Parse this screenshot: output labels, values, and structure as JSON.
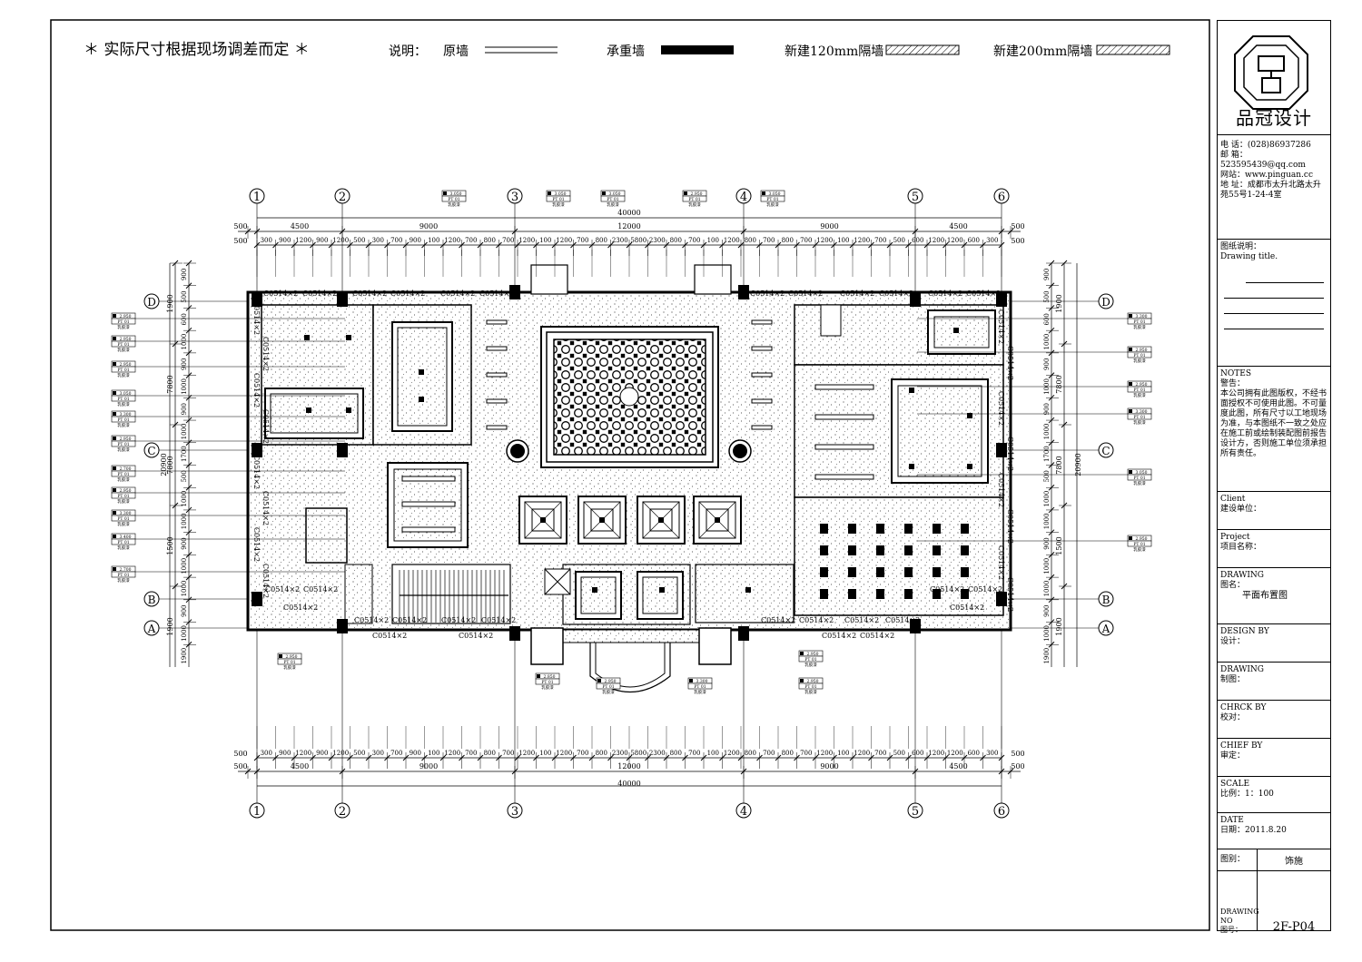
{
  "header": {
    "note": "＊ 实际尺寸根据现场调差而定 ＊",
    "legend_title": "说明：",
    "legend_original_wall": "原墙",
    "legend_bearing_wall": "承重墙",
    "legend_new_120": "新建120mm隔墙",
    "legend_new_200": "新建200mm隔墙"
  },
  "title_block": {
    "company": "品冠设计",
    "phone": "电  话：(028)86937286",
    "email": "邮  箱：523595439@qq.com",
    "web": "网站：www.pinguan.cc",
    "address": "地  址：成都市太升北路太升苑55号1-24-4室",
    "drawing_desc_label": "图纸说明：",
    "drawing_desc_en": "Drawing title.",
    "notes_en": "NOTES",
    "notes_label": "警告：",
    "notes_text": "本公司拥有此图版权，不经书面授权不可使用此图。不可量度此图，所有尺寸以工地现场为准，与本图纸不一致之处应在施工前或绘制装配图前报告设计方，否则施工单位须承担所有责任。",
    "client_en": "Client",
    "client_label": "建设单位：",
    "project_en": "Project",
    "project_label": "项目名称：",
    "drawing_en": "DRAWING",
    "drawing_label": "图名：",
    "drawing_name": "平面布置图",
    "design_en": "DESIGN BY",
    "design_label": "设计：",
    "draw_en": "DRAWING",
    "draw_label": "制图：",
    "check_en": "CHRCK BY",
    "check_label": "校对：",
    "chief_en": "CHIEF BY",
    "chief_label": "审定：",
    "scale_en": "SCALE",
    "scale_label": "比例：1：100",
    "date_en": "DATE",
    "date_label": "日期：2011.8.20",
    "category_label": "图别：",
    "category_value": "饰施",
    "drawing_no_en": "DRAWING NO",
    "drawing_no_label": "图号：",
    "drawing_no_value": "2F-P04"
  },
  "plan": {
    "grid_columns": [
      "1",
      "2",
      "3",
      "4",
      "5",
      "6"
    ],
    "grid_rows": [
      "D",
      "C",
      "B",
      "A"
    ],
    "dims_top_total": "40000",
    "dims_top_major": [
      "4500",
      "9000",
      "12000",
      "9000",
      "4500"
    ],
    "dims_top_minor": [
      "300",
      "900",
      "1200",
      "900",
      "1200",
      "500",
      "300",
      "700",
      "900",
      "100",
      "1200",
      "700",
      "800",
      "700",
      "1200",
      "100",
      "1200",
      "700",
      "800",
      "2300",
      "5800",
      "2300",
      "800",
      "700",
      "100",
      "1200",
      "800",
      "700",
      "800",
      "700",
      "1200",
      "100",
      "1200",
      "700",
      "500",
      "600",
      "1200",
      "1200",
      "600",
      "300"
    ],
    "dims_edge": "500",
    "dims_side_total": "20900",
    "dims_side_major": [
      "1900",
      "7800",
      "7800",
      "1500",
      "1900"
    ],
    "dims_side_minor": [
      "900",
      "500",
      "600",
      "1000",
      "900",
      "1000",
      "900",
      "1000",
      "1700",
      "500",
      "1000",
      "1000",
      "900",
      "1000",
      "1000",
      "900",
      "1000",
      "1900"
    ],
    "tags": [
      "C0514×2"
    ],
    "level_values": [
      "2.950",
      "3.050",
      "3.300",
      "3.400",
      "2.700",
      "2.850"
    ],
    "level_code": "PT  01",
    "level_note": "乳胶漆"
  }
}
